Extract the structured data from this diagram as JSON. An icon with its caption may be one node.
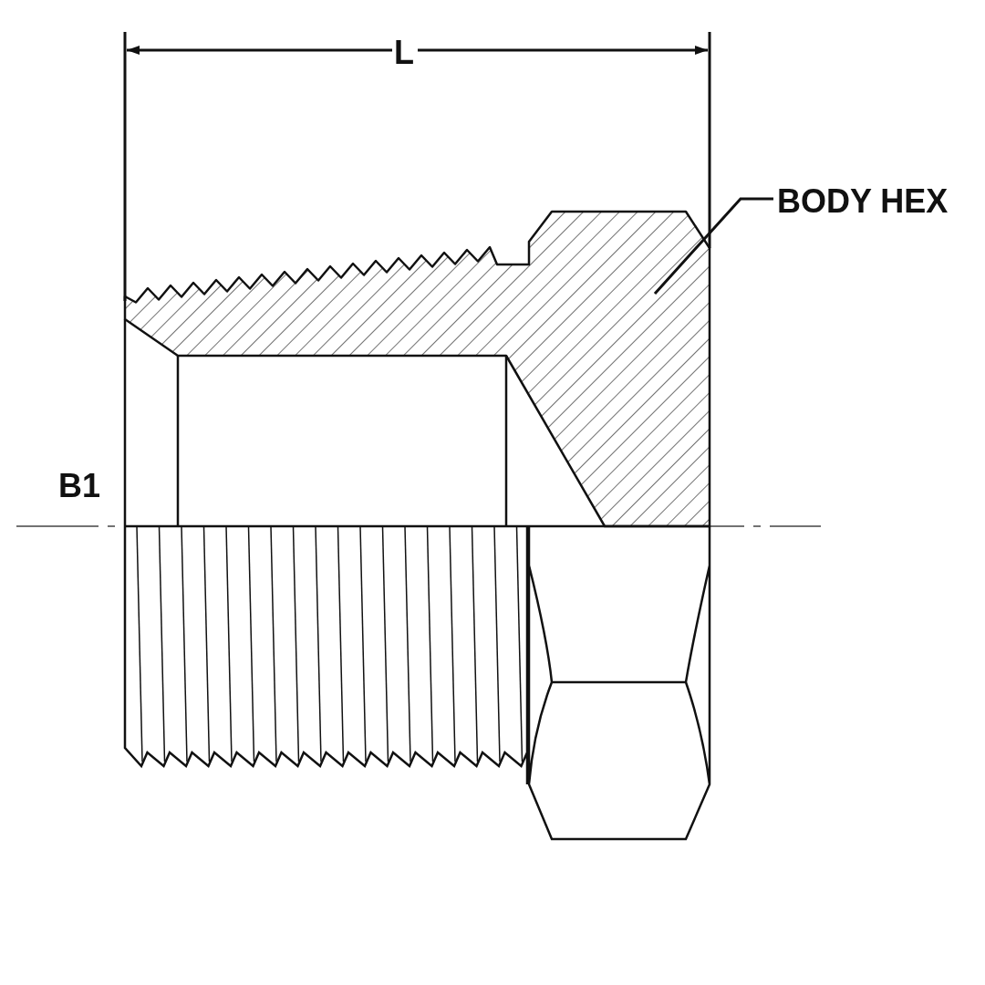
{
  "diagram": {
    "nodes": [
      {
        "text": [
          "BODY HEX"
        ]
      },
      {
        "text": [],
        "shape": "picture"
      }
    ],
    "edges": [
      {
        "from": 0,
        "to": 1,
        "arrow": "none"
      }
    ],
    "labels": [
      "L",
      "B1"
    ]
  }
}
